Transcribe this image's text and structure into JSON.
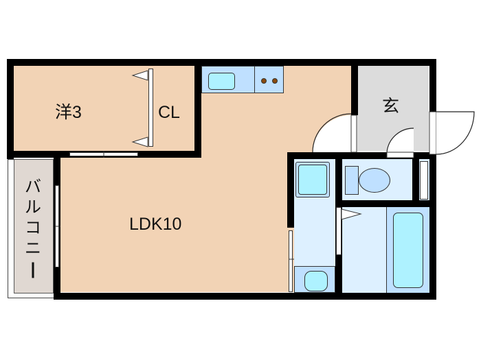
{
  "floor_plan": {
    "type": "1LDK apartment floor plan",
    "colors": {
      "wall": "#000000",
      "living_floor": "#f2d3b5",
      "closet": "#f0aa6c",
      "entrance": "#dcdcdc",
      "balcony": "#e0d8d2",
      "wet_area": "#ddf0ff",
      "fixture": "#bfe0ff",
      "fixture_inner": "#aef2ff",
      "stove_burner": "#8a4a10"
    },
    "rooms": [
      {
        "id": "western-room",
        "label": "洋3",
        "description": "Western-style room, 3 jo"
      },
      {
        "id": "closet",
        "label": "CL",
        "description": "Closet"
      },
      {
        "id": "ldk",
        "label": "LDK10",
        "description": "Living/Dining/Kitchen, 10 jo"
      },
      {
        "id": "entrance",
        "label": "玄",
        "description": "Entrance (genkan)"
      },
      {
        "id": "balcony",
        "label": "バルコニー",
        "description": "Balcony"
      }
    ],
    "fixtures": [
      "kitchen-sink",
      "stove",
      "washbasin",
      "washing-machine-pan",
      "toilet",
      "bathtub"
    ]
  }
}
